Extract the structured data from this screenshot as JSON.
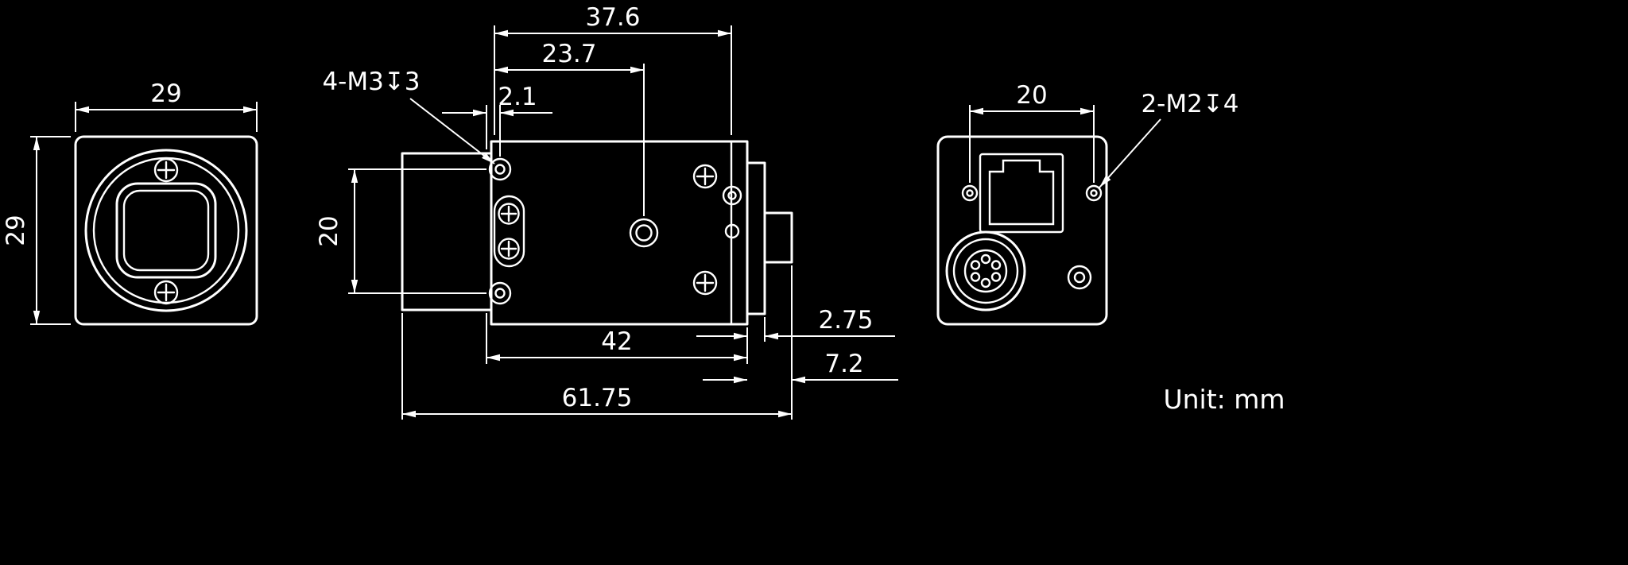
{
  "drawing": {
    "unit_label": "Unit: mm",
    "front_view": {
      "dim_width": "29",
      "dim_height": "29"
    },
    "side_view": {
      "dim_total_top": "37.6",
      "dim_hole_offset": "23.7",
      "dim_edge_offset": "2.1",
      "thread_callout": "4-M3↧3",
      "dim_hole_pitch": "20",
      "dim_body_length": "42",
      "dim_back_plate": "2.75",
      "dim_rear_total": "7.2",
      "dim_total_length": "61.75"
    },
    "back_view": {
      "dim_hole_span": "20",
      "thread_callout": "2-M2↧4"
    },
    "colors": {
      "line": "#ffffff",
      "background": "#000000"
    }
  }
}
